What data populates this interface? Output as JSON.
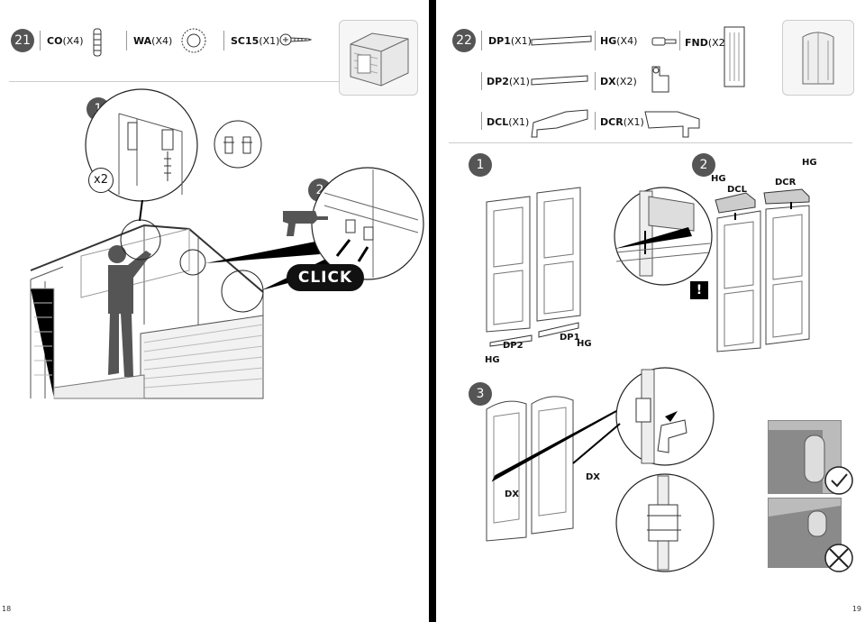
{
  "left": {
    "step": "21",
    "parts": [
      {
        "code": "CO",
        "qty": "(X4)"
      },
      {
        "code": "WA",
        "qty": "(X4)"
      },
      {
        "code": "SC15",
        "qty": "(X1)"
      }
    ],
    "substep1": "1",
    "multiplier": "x2",
    "substep2": "2",
    "click_label": "CLICK",
    "page_number": "18"
  },
  "right": {
    "step": "22",
    "parts": [
      {
        "code": "DP1",
        "qty": "(X1)"
      },
      {
        "code": "HG",
        "qty": "(X4)"
      },
      {
        "code": "FND",
        "qty": "(X2)"
      },
      {
        "code": "DP2",
        "qty": "(X1)"
      },
      {
        "code": "DX",
        "qty": "(X2)"
      },
      {
        "code": "DCL",
        "qty": "(X1)"
      },
      {
        "code": "DCR",
        "qty": "(X1)"
      }
    ],
    "substep1": "1",
    "substep2": "2",
    "substep3": "3",
    "callouts": {
      "dp2": "DP2",
      "dp1": "DP1",
      "hg": "HG",
      "dcl": "DCL",
      "dcr": "DCR",
      "dx": "DX"
    },
    "warning": "!",
    "page_number": "19"
  },
  "colors": {
    "step_circle": "#555555",
    "spine": "#000000",
    "figure": "#444444"
  }
}
